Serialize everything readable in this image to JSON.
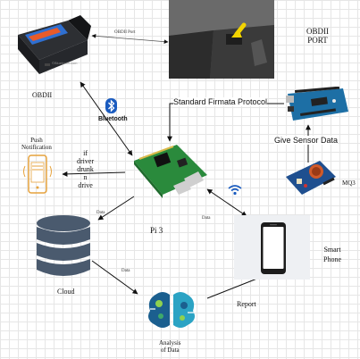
{
  "nodes": {
    "obdii": "OBDII",
    "obdii_port": "OBDII\nPORT",
    "pi": "Pi 3",
    "cloud": "Cloud",
    "analysis": "Analysis\nof Data",
    "smartphone": "Smart\nPhone",
    "mq3": "MQ3",
    "push_notification": "Push\nNotification"
  },
  "edges": {
    "obdii_port": "OBDII Port",
    "bluetooth": "Bluetooth",
    "standard_firmata": "Standard Firmata Protocol",
    "give_sensor_data": "Give Sensor Data",
    "if_drunk": "if\ndriver\ndrunk\nn\ndrive",
    "data_pi_cloud": "Data",
    "data_cloud_analysis": "Data",
    "data_pi_phone": "Data",
    "report": "Report"
  },
  "watermark": "©Bluetooth.com"
}
